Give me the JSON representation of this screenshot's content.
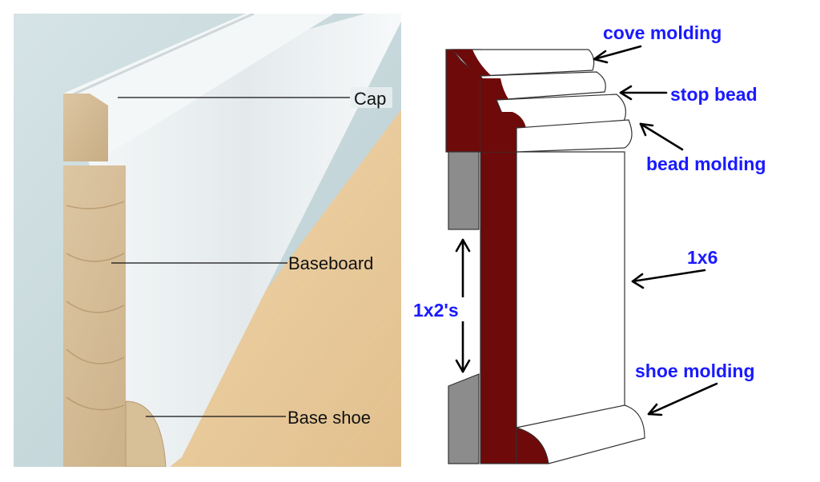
{
  "photo": {
    "labels": {
      "cap": "Cap",
      "baseboard": "Baseboard",
      "base_shoe": "Base shoe"
    }
  },
  "diagram": {
    "labels": {
      "cove_molding": "cove molding",
      "stop_bead": "stop bead",
      "bead_molding": "bead molding",
      "board_1x6": "1x6",
      "furring_1x2": "1x2's",
      "shoe_molding": "shoe molding"
    },
    "colors": {
      "label_text": "#1a1aff",
      "molding_dark_red": "#6e0a0a",
      "furring_gray": "#8c8c8c",
      "wood_white": "#ffffff",
      "outline": "#333333"
    }
  }
}
